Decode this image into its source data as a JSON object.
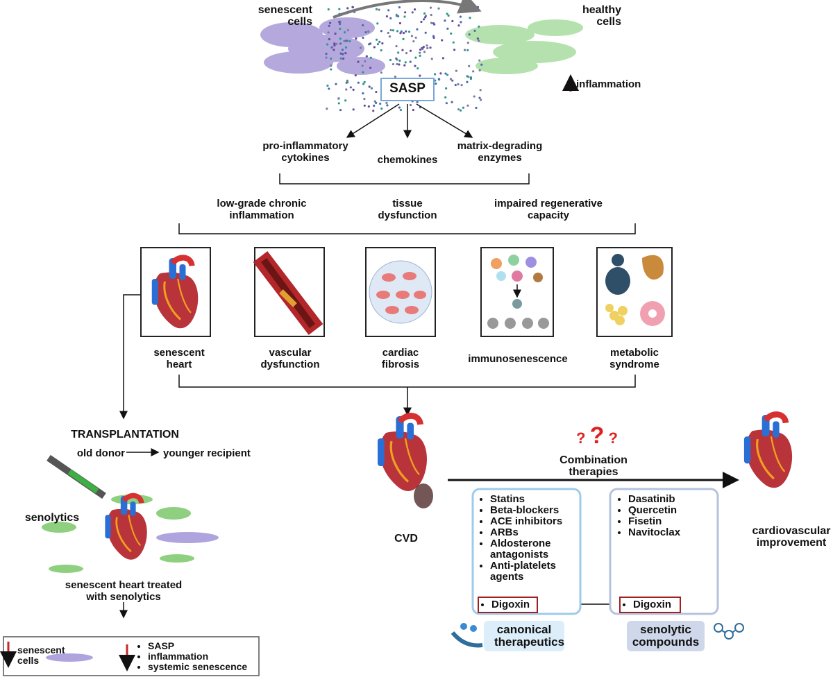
{
  "top": {
    "senescent_cells": "senescent cells",
    "healthy_cells": "healthy cells",
    "inflammation": "inflammation",
    "sasp": "SASP"
  },
  "sasp_components": [
    "pro-inflammatory cytokines",
    "chemokines",
    "matrix-degrading enzymes"
  ],
  "effects": [
    "low-grade chronic inflammation",
    "tissue dysfunction",
    "impaired regenerative capacity"
  ],
  "conditions": [
    "senescent heart",
    "vascular dysfunction",
    "cardiac fibrosis",
    "immunosenescence",
    "metabolic syndrome"
  ],
  "left": {
    "transplantation": "TRANSPLANTATION",
    "old_donor": "old donor",
    "younger_recipient": "younger recipient",
    "senolytics": "senolytics",
    "treated": "senescent heart treated with senolytics",
    "result_cells": "senescent cells",
    "result_items": [
      "SASP",
      "inflammation",
      "systemic senescence"
    ]
  },
  "right": {
    "cvd": "CVD",
    "combination": "Combination therapies",
    "improvement": "cardiovascular improvement",
    "canonical_items": [
      "Statins",
      "Beta-blockers",
      "ACE inhibitors",
      "ARBs",
      "Aldosterone antagonists",
      "Anti-platelets agents"
    ],
    "canonical_highlight": "Digoxin",
    "canonical_label": "canonical therapeutics",
    "senolytic_items": [
      "Dasatinib",
      "Quercetin",
      "Fisetin",
      "Navitoclax"
    ],
    "senolytic_highlight": "Digoxin",
    "senolytic_label": "senolytic compounds"
  },
  "colors": {
    "senescent": "#a99ad6",
    "healthy": "#a8dca0",
    "red_arrow": "#c62828",
    "canonical_box": "#9fcbea",
    "senolytic_box": "#b5c2de",
    "question": "#e02020"
  }
}
